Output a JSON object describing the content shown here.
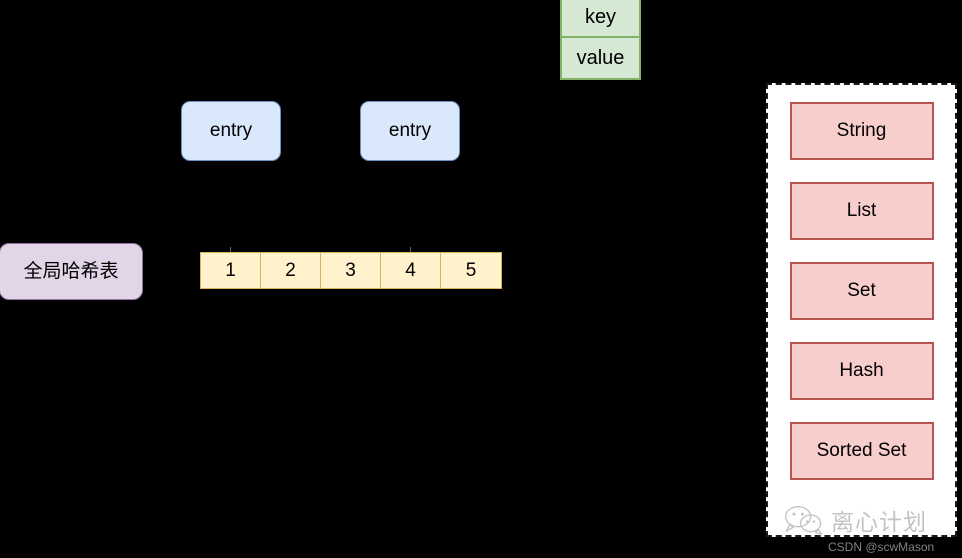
{
  "diagram": {
    "background_color": "#000000",
    "global_hash_table": {
      "label": "全局哈希表",
      "fill": "#e1d5e7",
      "stroke": "#9673a6"
    },
    "entries": [
      {
        "label": "entry"
      },
      {
        "label": "entry"
      }
    ],
    "entry_style": {
      "fill": "#dae8fc",
      "stroke": "#6c8ebf"
    },
    "hash_table": {
      "cells": [
        "1",
        "2",
        "3",
        "4",
        "5"
      ],
      "fill": "#fff2cc",
      "stroke": "#d6b656"
    },
    "key_value": {
      "key_label": "key",
      "value_label": "value",
      "fill": "#d5e8d4",
      "stroke": "#82b366"
    },
    "data_types": {
      "items": [
        {
          "label": "String"
        },
        {
          "label": "List"
        },
        {
          "label": "Set"
        },
        {
          "label": "Hash"
        },
        {
          "label": "Sorted Set"
        }
      ],
      "fill": "#f8cecc",
      "stroke": "#b85450",
      "panel_fill": "#ffffff",
      "panel_stroke": "#1a1a1a"
    },
    "watermark": {
      "brand": "离心计划",
      "credit": "CSDN @scwMason"
    }
  }
}
